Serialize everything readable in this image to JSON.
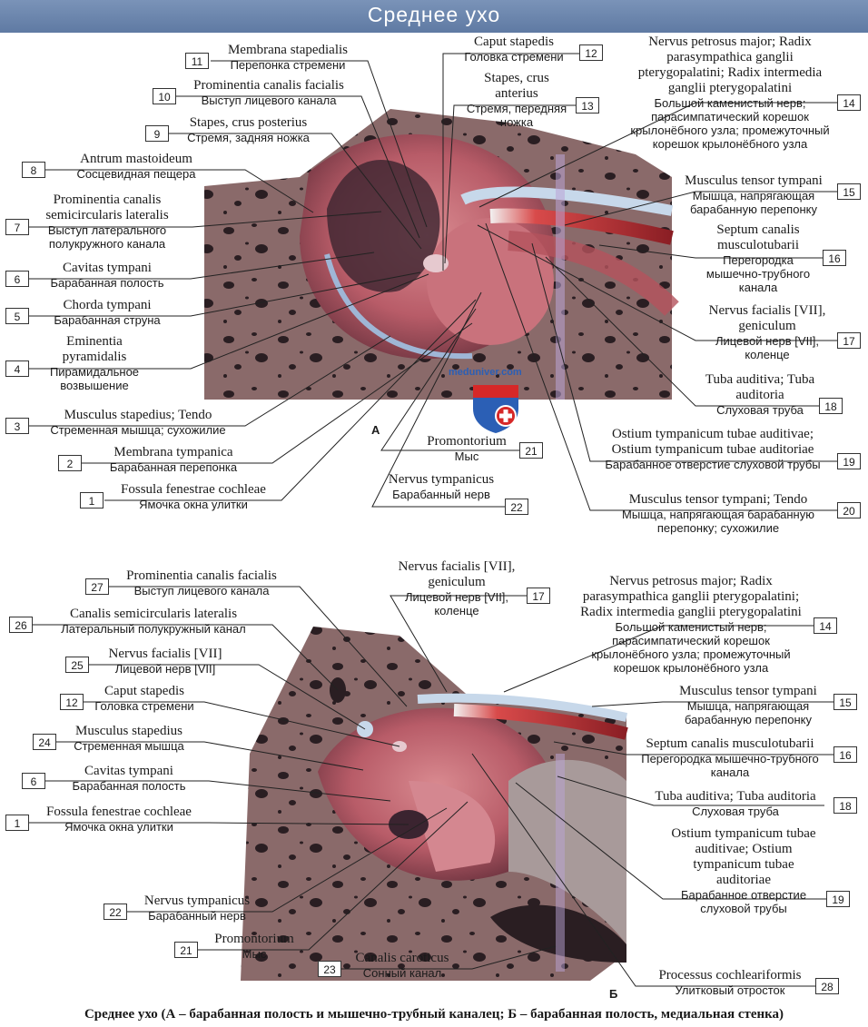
{
  "title": "Среднее ухо",
  "panel_a_letter": "А",
  "panel_b_letter": "Б",
  "watermark": "meduniver.com",
  "caption": "Среднее ухо (А – барабанная полость и мышечно-трубный каналец; Б – барабанная полость, медиальная стенка)",
  "panel_a": [
    {
      "num": "11",
      "lat": "Membrana stapedialis",
      "ru": "Перепонка стремени"
    },
    {
      "num": "10",
      "lat": "Prominentia canalis facialis",
      "ru": "Выступ лицевого канала"
    },
    {
      "num": "9",
      "lat": "Stapes, crus posterius",
      "ru": "Стремя, задняя ножка"
    },
    {
      "num": "8",
      "lat": "Antrum mastoideum",
      "ru": "Сосцевидная пещера"
    },
    {
      "num": "7",
      "lat": "Prominentia canalis semicircularis lateralis",
      "ru": "Выступ латерального полукружного канала"
    },
    {
      "num": "6",
      "lat": "Cavitas tympani",
      "ru": "Барабанная полость"
    },
    {
      "num": "5",
      "lat": "Chorda tympani",
      "ru": "Барабанная струна"
    },
    {
      "num": "4",
      "lat": "Eminentia pyramidalis",
      "ru": "Пирамидальное возвышение"
    },
    {
      "num": "3",
      "lat": "Musculus stapedius; Tendo",
      "ru": "Стременная мышца; сухожилие"
    },
    {
      "num": "2",
      "lat": "Membrana tympanica",
      "ru": "Барабанная перепонка"
    },
    {
      "num": "1",
      "lat": "Fossula fenestrae cochleae",
      "ru": "Ямочка окна улитки"
    },
    {
      "num": "12",
      "lat": "Caput stapedis",
      "ru": "Головка стремени"
    },
    {
      "num": "13",
      "lat": "Stapes, crus anterius",
      "ru": "Стремя, передняя ножка"
    },
    {
      "num": "14",
      "lat": "Nervus petrosus major; Radix parasympathica ganglii pterygopalatini; Radix intermedia ganglii pterygopalatini",
      "ru": "Большой каменистый нерв; парасимпатический корешок крылонёбного узла; промежуточный корешок крылонёбного узла"
    },
    {
      "num": "15",
      "lat": "Musculus tensor tympani",
      "ru": "Мышца, напрягающая барабанную перепонку"
    },
    {
      "num": "16",
      "lat": "Septum canalis musculotubarii",
      "ru": "Перегородка мышечно-трубного канала"
    },
    {
      "num": "17",
      "lat": "Nervus facialis [VII], geniculum",
      "ru": "Лицевой нерв [VII], коленце"
    },
    {
      "num": "18",
      "lat": "Tuba auditiva; Tuba auditoria",
      "ru": "Слуховая труба"
    },
    {
      "num": "19",
      "lat": "Ostium tympanicum tubae auditivae; Ostium tympanicum tubae auditoriae",
      "ru": "Барабанное отверстие слуховой трубы"
    },
    {
      "num": "20",
      "lat": "Musculus tensor tympani; Tendo",
      "ru": "Мышца, напрягающая барабанную перепонку; сухожилие"
    },
    {
      "num": "21",
      "lat": "Promontorium",
      "ru": "Мыс"
    },
    {
      "num": "22",
      "lat": "Nervus tympanicus",
      "ru": "Барабанный нерв"
    }
  ],
  "panel_b": [
    {
      "num": "27",
      "lat": "Prominentia canalis facialis",
      "ru": "Выступ лицевого канала"
    },
    {
      "num": "26",
      "lat": "Canalis semicircularis lateralis",
      "ru": "Латеральный полукружный канал"
    },
    {
      "num": "25",
      "lat": "Nervus facialis [VII]",
      "ru": "Лицевой нерв [VII]"
    },
    {
      "num": "12",
      "lat": "Caput stapedis",
      "ru": "Головка стремени"
    },
    {
      "num": "24",
      "lat": "Musculus stapedius",
      "ru": "Стременная мышца"
    },
    {
      "num": "6",
      "lat": "Cavitas tympani",
      "ru": "Барабанная полость"
    },
    {
      "num": "1",
      "lat": "Fossula fenestrae cochleae",
      "ru": "Ямочка окна улитки"
    },
    {
      "num": "22",
      "lat": "Nervus tympanicus",
      "ru": "Барабанный нерв"
    },
    {
      "num": "21",
      "lat": "Promontorium",
      "ru": "Мыс"
    },
    {
      "num": "23",
      "lat": "Canalis caroticus",
      "ru": "Сонный канал"
    },
    {
      "num": "17",
      "lat": "Nervus facialis [VII], geniculum",
      "ru": "Лицевой нерв [VII], коленце"
    },
    {
      "num": "14",
      "lat": "Nervus petrosus major; Radix parasympathica ganglii pterygopalatini; Radix intermedia ganglii pterygopalatini",
      "ru": "Большой каменистый нерв; парасимпатический корешок крылонёбного узла; промежуточный корешок крылонёбного узла"
    },
    {
      "num": "15",
      "lat": "Musculus tensor tympani",
      "ru": "Мышца, напрягающая барабанную перепонку"
    },
    {
      "num": "16",
      "lat": "Septum canalis musculotubarii",
      "ru": "Перегородка мышечно-трубного канала"
    },
    {
      "num": "18",
      "lat": "Tuba auditiva; Tuba auditoria",
      "ru": "Слуховая труба"
    },
    {
      "num": "19",
      "lat": "Ostium tympanicum tubae auditivae; Ostium tympanicum tubae auditoriae",
      "ru": "Барабанное отверстие слуховой трубы"
    },
    {
      "num": "28",
      "lat": "Processus cochleariformis",
      "ru": "Улитковый отросток"
    }
  ]
}
